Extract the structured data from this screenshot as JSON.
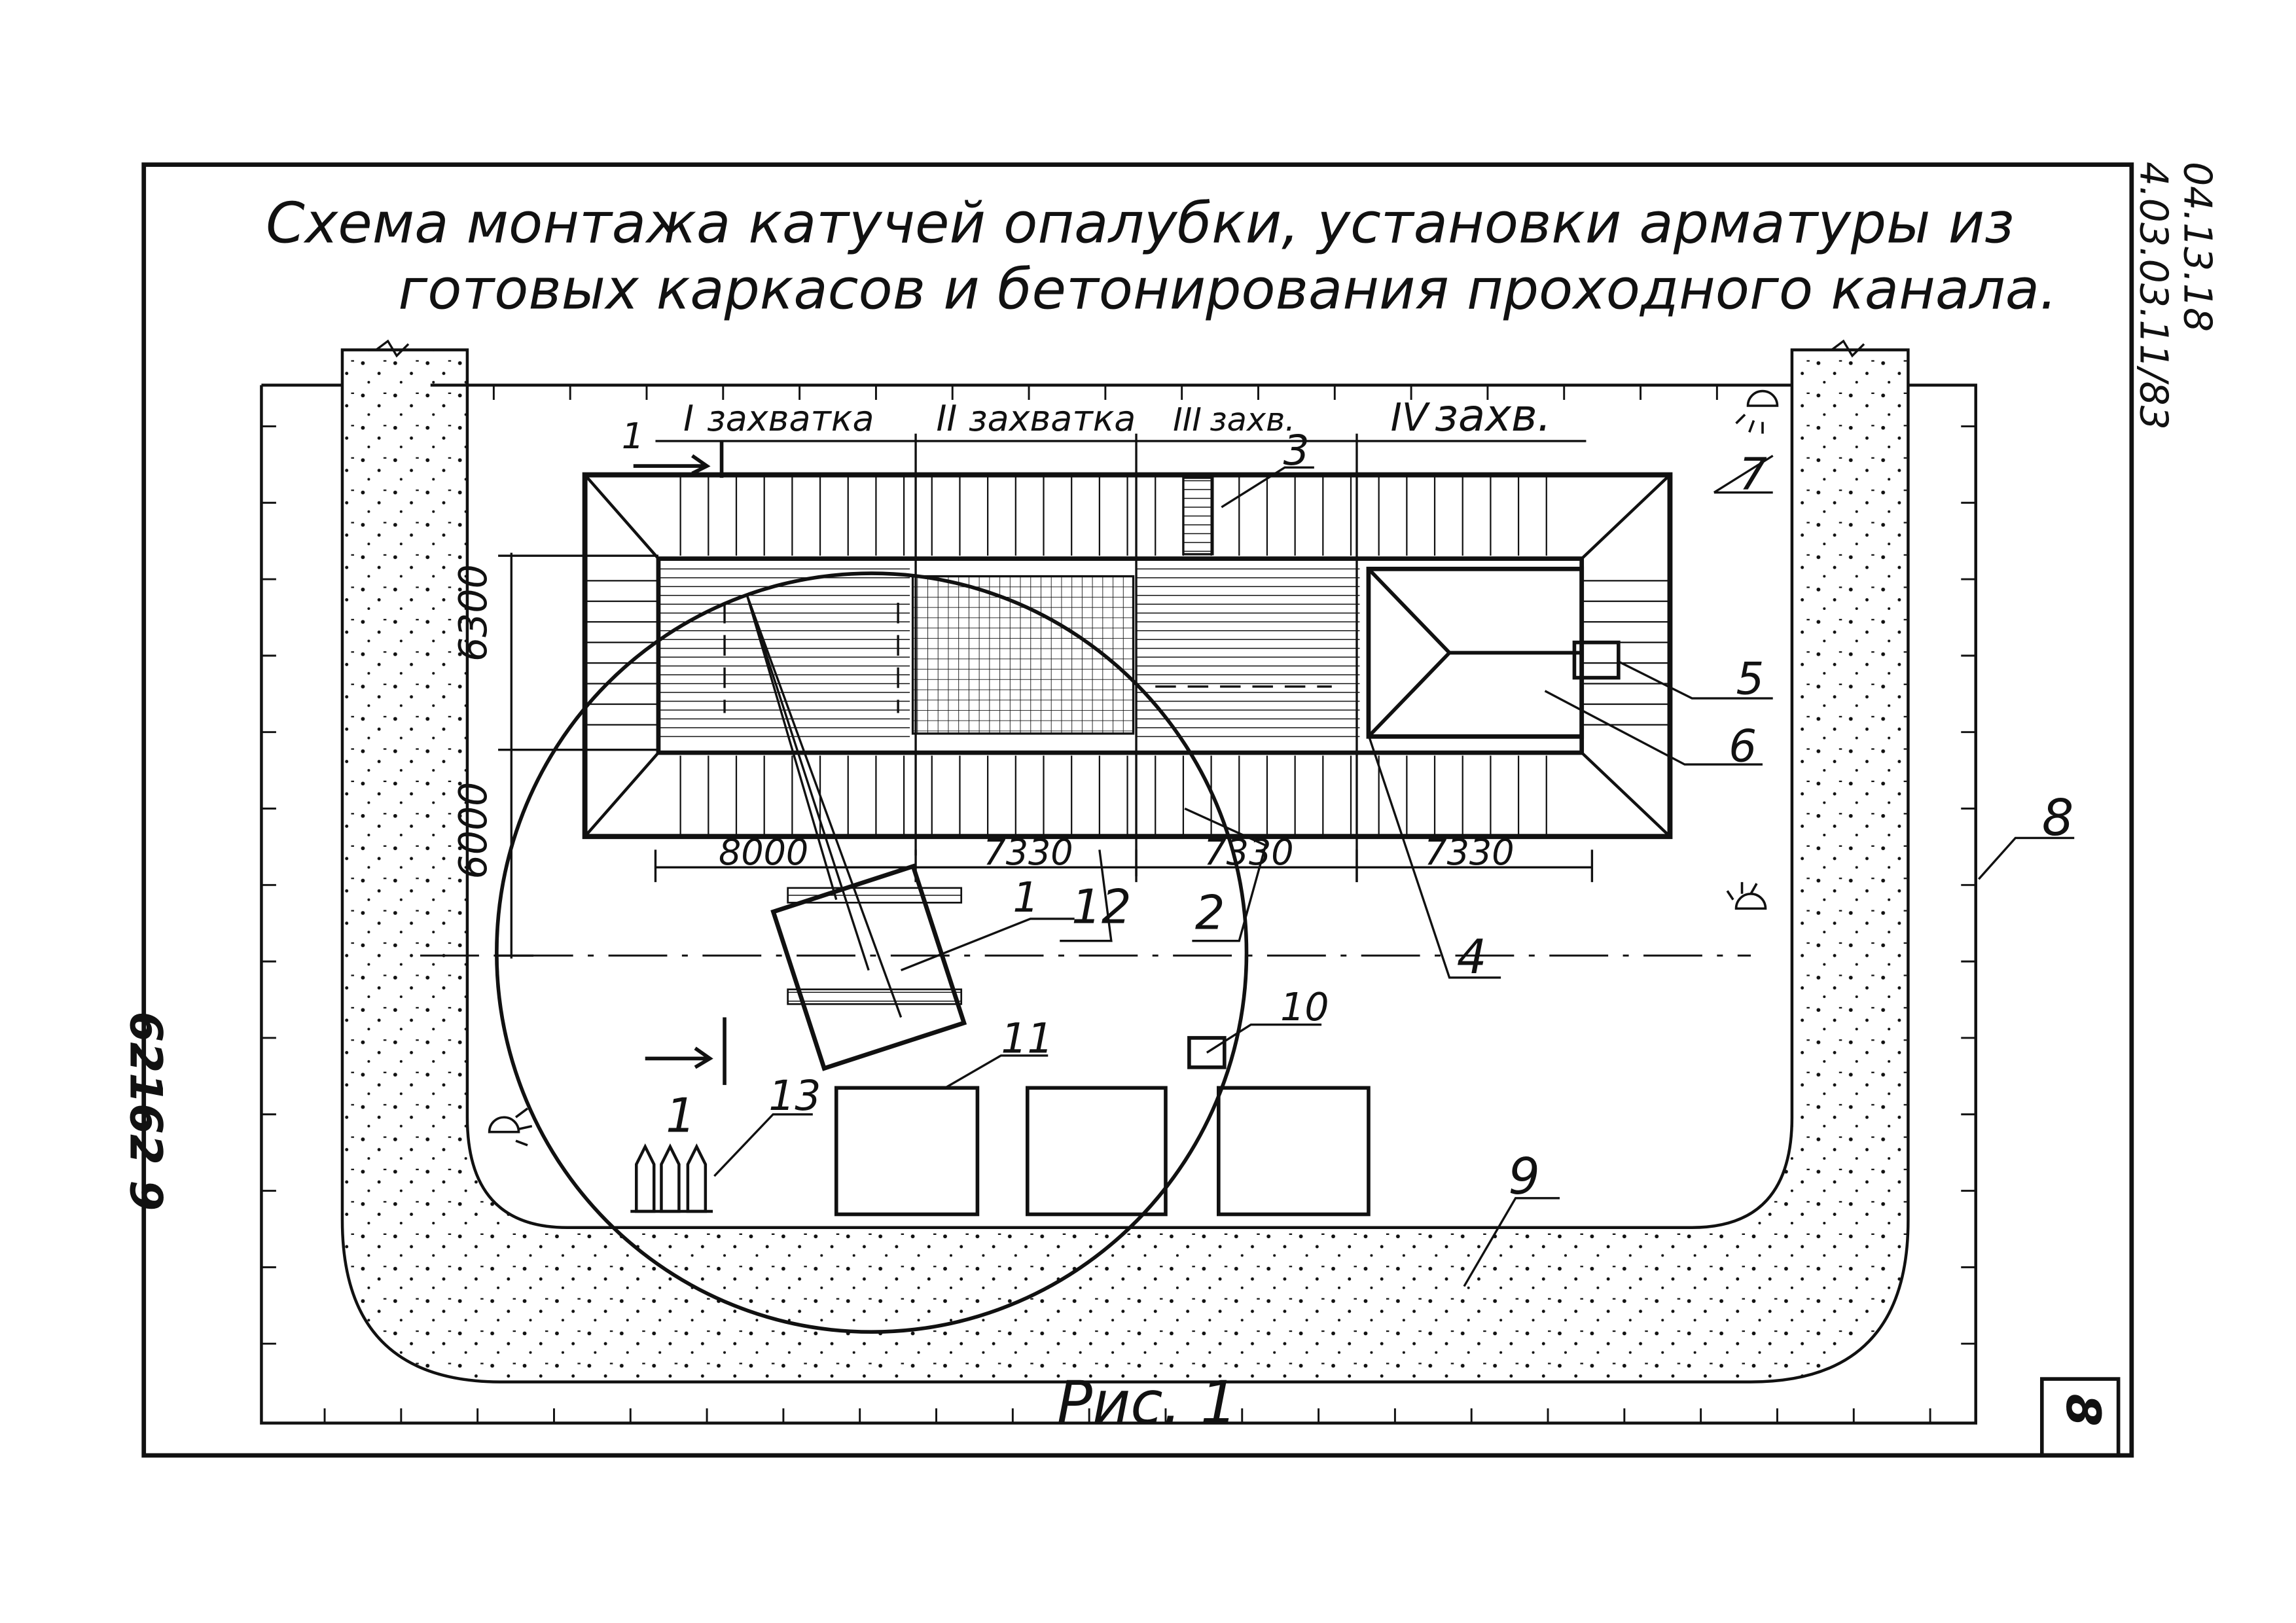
{
  "title": {
    "line1": "Схема монтажа катучей опалубки, установки арматуры из",
    "line2": "готовых каркасов и бетонирования проходного канала."
  },
  "doc_code": {
    "line1": "04.13.18",
    "line2": "4.03.03.11/83"
  },
  "inventory_number": "62162 9",
  "sheet_number": "8",
  "caption": "Рис. 1",
  "grips": [
    {
      "roman": "I",
      "label": "захватка"
    },
    {
      "roman": "II",
      "label": "захватка"
    },
    {
      "roman": "III",
      "label": "захв."
    },
    {
      "roman": "IV",
      "label": "захв."
    }
  ],
  "dimensions": {
    "horizontal": [
      "8000",
      "7330",
      "7330",
      "7330"
    ],
    "vertical": [
      "6300",
      "6000"
    ]
  },
  "section_mark": "1",
  "callouts": [
    "1",
    "2",
    "3",
    "4",
    "5",
    "6",
    "7",
    "8",
    "9",
    "10",
    "11",
    "12",
    "13"
  ]
}
